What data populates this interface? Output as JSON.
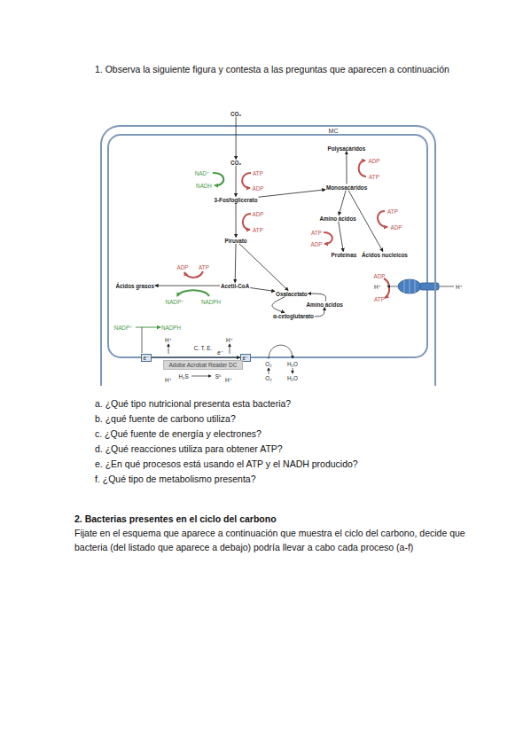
{
  "diagram": {
    "nodes": [
      {
        "text": [
          "CO₂"
        ]
      },
      {
        "text": [
          "MC"
        ]
      },
      {
        "text": [
          "CO₂"
        ],
        "in": 1
      },
      {
        "text": [
          "3-Fosfoglicerato"
        ],
        "in": 1
      },
      {
        "text": [
          "Piruvato"
        ],
        "in": 1
      },
      {
        "text": [
          "Polysacáridos"
        ],
        "in": 1
      },
      {
        "text": [
          "Monosacáridos"
        ],
        "in": 1
      },
      {
        "text": [
          "Amino ácidos"
        ],
        "in": 1
      },
      {
        "text": [
          "Proteínas"
        ],
        "in": 1
      },
      {
        "text": [
          "Ácidos nucleicos"
        ],
        "in": 1
      },
      {
        "text": [
          "Acetil-CoA"
        ],
        "in": 1
      },
      {
        "text": [
          "Ácidos grasos"
        ],
        "in": 1
      },
      {
        "text": [
          "Oxalacetato"
        ],
        "in": 1
      },
      {
        "text": [
          "Amino ácidos"
        ],
        "in": 1
      },
      {
        "text": [
          "α-cetoglutarato"
        ],
        "in": 1
      },
      {
        "text": [
          "e⁻"
        ],
        "in": 1
      },
      {
        "text": [
          "e⁻"
        ],
        "in": 1
      },
      {
        "text": [
          "Adobe Acrobat Reader DC"
        ]
      }
    ],
    "edges": [
      {
        "from": 0,
        "to": 2,
        "arrow": "to"
      },
      {
        "from": 2,
        "to": 3,
        "arrow": "to"
      },
      {
        "from": 3,
        "to": 4,
        "arrow": "to"
      },
      {
        "from": 3,
        "to": 6,
        "arrow": "to"
      },
      {
        "from": 6,
        "to": 5,
        "arrow": "to"
      },
      {
        "from": 6,
        "to": 7,
        "arrow": "to"
      },
      {
        "from": 7,
        "to": 8,
        "arrow": "to"
      },
      {
        "from": 6,
        "to": 9,
        "arrow": "to"
      },
      {
        "from": 4,
        "to": 10,
        "arrow": "to"
      },
      {
        "from": 4,
        "to": 12,
        "arrow": "to"
      },
      {
        "from": 10,
        "to": 11,
        "arrow": "to"
      },
      {
        "from": 10,
        "to": 12,
        "arrow": "to"
      },
      {
        "from": 12,
        "to": 14,
        "arrow": "to"
      },
      {
        "from": 14,
        "to": 13,
        "arrow": "to"
      },
      {
        "from": 13,
        "to": 12,
        "arrow": "to"
      },
      {
        "from": 15,
        "to": 16,
        "arrow": "to",
        "label": "e⁻"
      }
    ],
    "labels": [
      "1. Observa la siguiente figura y contesta a las preguntas que aparecen a continuación",
      "a. ¿Qué tipo nutricional presenta esta bacteria?",
      "b. ¿qué fuente de carbono utiliza?",
      "c. ¿Qué fuente de energía y electrones?",
      "d. ¿Qué reacciones utiliza para obtener ATP?",
      "e. ¿En qué procesos está usando el ATP y el NADH producido?",
      "f. ¿Qué tipo de metabolismo presenta?",
      "2. Bacterias presentes en el ciclo del carbono",
      "Fijate en el esquema que aparece a continuación que muestra el ciclo del carbono, decide que bacteria (del listado que aparece a debajo) podría llevar a cabo cada proceso (a-f)",
      "NAD⁺",
      "NADH",
      "ATP",
      "ADP",
      "ADP",
      "ATP",
      "ADP",
      "ATP",
      "ATP",
      "ADP",
      "ATP",
      "ADP",
      "ADP",
      "ATP",
      "NADP⁺",
      "NADPH",
      "ADP",
      "H⁺",
      "ATP",
      "H⁺",
      "NADP⁺",
      "NADPH",
      "H⁺",
      "C. T. E.",
      "H⁺",
      "H⁺",
      "H₂S",
      "S⁰",
      "H⁺",
      "O₂",
      "H₂O",
      "O₂",
      "H₂O"
    ]
  }
}
